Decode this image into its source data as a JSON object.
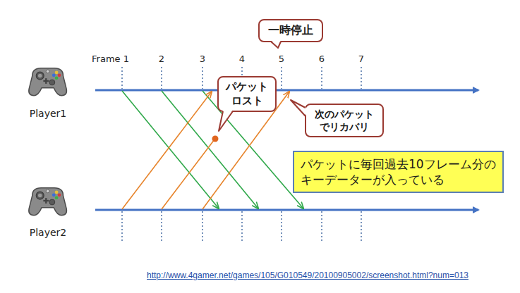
{
  "diagram": {
    "nodes": [
      {
        "text": [
          "一時停止"
        ]
      },
      {
        "text": [
          "パケット ロスト"
        ]
      },
      {
        "text": [
          "次のパケット でリカバリ"
        ]
      },
      {
        "text": [
          "パケットに毎回過去10フレーム分の キーデーターが入っている"
        ]
      }
    ],
    "labels": [
      "Frame 1",
      "2",
      "3",
      "4",
      "5",
      "6",
      "7",
      "Player1",
      "Player2",
      "http://www.4gamer.net/games/105/G010549/20100905002/screenshot.html?num=013"
    ]
  }
}
